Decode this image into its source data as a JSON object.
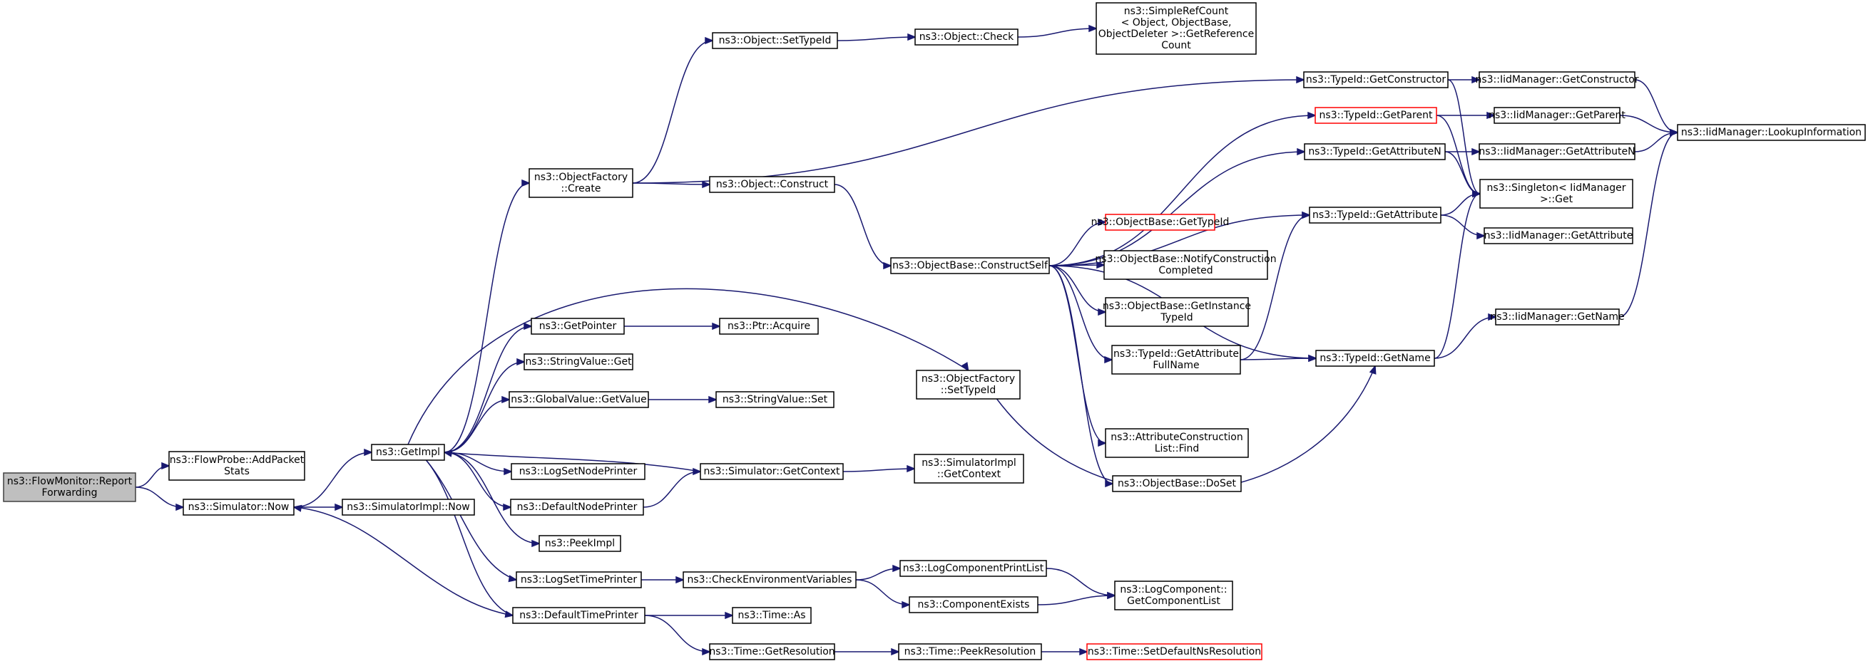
{
  "nodes": [
    {
      "id": "n0",
      "lines": [
        "ns3::FlowMonitor::Report",
        "Forwarding"
      ],
      "style": "root"
    },
    {
      "id": "n1",
      "lines": [
        "ns3::FlowProbe::AddPacket",
        "Stats"
      ]
    },
    {
      "id": "n2",
      "lines": [
        "ns3::Simulator::Now"
      ]
    },
    {
      "id": "n3",
      "lines": [
        "ns3::GetImpl"
      ]
    },
    {
      "id": "n4",
      "lines": [
        "ns3::SimulatorImpl::Now"
      ]
    },
    {
      "id": "n5",
      "lines": [
        "ns3::ObjectFactory",
        "::Create"
      ]
    },
    {
      "id": "n6",
      "lines": [
        "ns3::GetPointer"
      ]
    },
    {
      "id": "n7",
      "lines": [
        "ns3::StringValue::Get"
      ]
    },
    {
      "id": "n8",
      "lines": [
        "ns3::GlobalValue::GetValue"
      ]
    },
    {
      "id": "n9",
      "lines": [
        "ns3::LogSetNodePrinter"
      ]
    },
    {
      "id": "n10",
      "lines": [
        "ns3::DefaultNodePrinter"
      ]
    },
    {
      "id": "n11",
      "lines": [
        "ns3::PeekImpl"
      ]
    },
    {
      "id": "n12",
      "lines": [
        "ns3::LogSetTimePrinter"
      ]
    },
    {
      "id": "n13",
      "lines": [
        "ns3::DefaultTimePrinter"
      ]
    },
    {
      "id": "n14",
      "lines": [
        "ns3::Object::SetTypeId"
      ]
    },
    {
      "id": "n15",
      "lines": [
        "ns3::Object::Construct"
      ]
    },
    {
      "id": "n16",
      "lines": [
        "ns3::Ptr::Acquire"
      ]
    },
    {
      "id": "n17",
      "lines": [
        "ns3::StringValue::Set"
      ]
    },
    {
      "id": "n18",
      "lines": [
        "ns3::Simulator::GetContext"
      ]
    },
    {
      "id": "n19",
      "lines": [
        "ns3::CheckEnvironmentVariables"
      ]
    },
    {
      "id": "n20",
      "lines": [
        "ns3::Time::As"
      ]
    },
    {
      "id": "n21",
      "lines": [
        "ns3::Time::GetResolution"
      ]
    },
    {
      "id": "n22",
      "lines": [
        "ns3::Object::Check"
      ]
    },
    {
      "id": "n23",
      "lines": [
        "ns3::ObjectBase::ConstructSelf"
      ]
    },
    {
      "id": "n24",
      "lines": [
        "ns3::ObjectFactory",
        "::SetTypeId"
      ]
    },
    {
      "id": "n25",
      "lines": [
        "ns3::SimulatorImpl",
        "::GetContext"
      ]
    },
    {
      "id": "n26",
      "lines": [
        "ns3::LogComponentPrintList"
      ]
    },
    {
      "id": "n27",
      "lines": [
        "ns3::ComponentExists"
      ]
    },
    {
      "id": "n28",
      "lines": [
        "ns3::Time::PeekResolution"
      ]
    },
    {
      "id": "n29",
      "lines": [
        "ns3::SimpleRefCount",
        "< Object, ObjectBase,",
        "ObjectDeleter >::GetReference",
        "Count"
      ]
    },
    {
      "id": "n30",
      "lines": [
        "ns3::ObjectBase::GetTypeId"
      ],
      "style": "red"
    },
    {
      "id": "n31",
      "lines": [
        "ns3::ObjectBase::NotifyConstruction",
        "Completed"
      ]
    },
    {
      "id": "n32",
      "lines": [
        "ns3::ObjectBase::GetInstance",
        "TypeId"
      ]
    },
    {
      "id": "n33",
      "lines": [
        "ns3::TypeId::GetAttribute",
        "FullName"
      ]
    },
    {
      "id": "n34",
      "lines": [
        "ns3::AttributeConstruction",
        "List::Find"
      ]
    },
    {
      "id": "n35",
      "lines": [
        "ns3::ObjectBase::DoSet"
      ]
    },
    {
      "id": "n36",
      "lines": [
        "ns3::LogComponent::",
        "GetComponentList"
      ]
    },
    {
      "id": "n37",
      "lines": [
        "ns3::Time::SetDefaultNsResolution"
      ],
      "style": "red"
    },
    {
      "id": "n38",
      "lines": [
        "ns3::TypeId::GetConstructor"
      ]
    },
    {
      "id": "n39",
      "lines": [
        "ns3::TypeId::GetParent"
      ],
      "style": "red"
    },
    {
      "id": "n40",
      "lines": [
        "ns3::TypeId::GetAttributeN"
      ]
    },
    {
      "id": "n41",
      "lines": [
        "ns3::TypeId::GetAttribute"
      ]
    },
    {
      "id": "n42",
      "lines": [
        "ns3::TypeId::GetName"
      ]
    },
    {
      "id": "n43",
      "lines": [
        "ns3::IidManager::GetConstructor"
      ]
    },
    {
      "id": "n44",
      "lines": [
        "ns3::IidManager::GetParent"
      ]
    },
    {
      "id": "n45",
      "lines": [
        "ns3::IidManager::GetAttributeN"
      ]
    },
    {
      "id": "n46",
      "lines": [
        "ns3::Singleton< IidManager",
        " >::Get"
      ]
    },
    {
      "id": "n47",
      "lines": [
        "ns3::IidManager::GetAttribute"
      ]
    },
    {
      "id": "n48",
      "lines": [
        "ns3::IidManager::GetName"
      ]
    },
    {
      "id": "n49",
      "lines": [
        "ns3::IidManager::LookupInformation"
      ]
    }
  ],
  "edges": [
    [
      "n0",
      "n1"
    ],
    [
      "n0",
      "n2"
    ],
    [
      "n2",
      "n3"
    ],
    [
      "n2",
      "n4"
    ],
    [
      "n3",
      "n5"
    ],
    [
      "n3",
      "n6"
    ],
    [
      "n3",
      "n7"
    ],
    [
      "n3",
      "n8"
    ],
    [
      "n3",
      "n9"
    ],
    [
      "n3",
      "n10"
    ],
    [
      "n3",
      "n11"
    ],
    [
      "n3",
      "n12"
    ],
    [
      "n3",
      "n13"
    ],
    [
      "n3",
      "n24"
    ],
    [
      "n5",
      "n14"
    ],
    [
      "n5",
      "n15"
    ],
    [
      "n5",
      "n38"
    ],
    [
      "n6",
      "n16"
    ],
    [
      "n8",
      "n17"
    ],
    [
      "n10",
      "n18"
    ],
    [
      "n18",
      "n3"
    ],
    [
      "n18",
      "n25"
    ],
    [
      "n12",
      "n19"
    ],
    [
      "n13",
      "n2"
    ],
    [
      "n13",
      "n20"
    ],
    [
      "n13",
      "n21"
    ],
    [
      "n14",
      "n22"
    ],
    [
      "n22",
      "n29"
    ],
    [
      "n15",
      "n23"
    ],
    [
      "n19",
      "n26"
    ],
    [
      "n19",
      "n27"
    ],
    [
      "n26",
      "n36"
    ],
    [
      "n27",
      "n36"
    ],
    [
      "n21",
      "n28"
    ],
    [
      "n28",
      "n37"
    ],
    [
      "n23",
      "n39"
    ],
    [
      "n23",
      "n40"
    ],
    [
      "n23",
      "n41"
    ],
    [
      "n23",
      "n30"
    ],
    [
      "n23",
      "n31"
    ],
    [
      "n23",
      "n32"
    ],
    [
      "n23",
      "n33"
    ],
    [
      "n23",
      "n42"
    ],
    [
      "n23",
      "n34"
    ],
    [
      "n23",
      "n35"
    ],
    [
      "n24",
      "n42"
    ],
    [
      "n33",
      "n41"
    ],
    [
      "n33",
      "n42"
    ],
    [
      "n38",
      "n43"
    ],
    [
      "n38",
      "n46"
    ],
    [
      "n39",
      "n44"
    ],
    [
      "n39",
      "n46"
    ],
    [
      "n40",
      "n45"
    ],
    [
      "n40",
      "n46"
    ],
    [
      "n41",
      "n46"
    ],
    [
      "n41",
      "n47"
    ],
    [
      "n42",
      "n46"
    ],
    [
      "n42",
      "n48"
    ],
    [
      "n43",
      "n49"
    ],
    [
      "n44",
      "n49"
    ],
    [
      "n45",
      "n49"
    ],
    [
      "n48",
      "n49"
    ]
  ],
  "colors": {
    "edge": "#191970",
    "node_border": "#000000",
    "root_fill": "#bfbfbf",
    "highlight_border": "#ff0000"
  }
}
